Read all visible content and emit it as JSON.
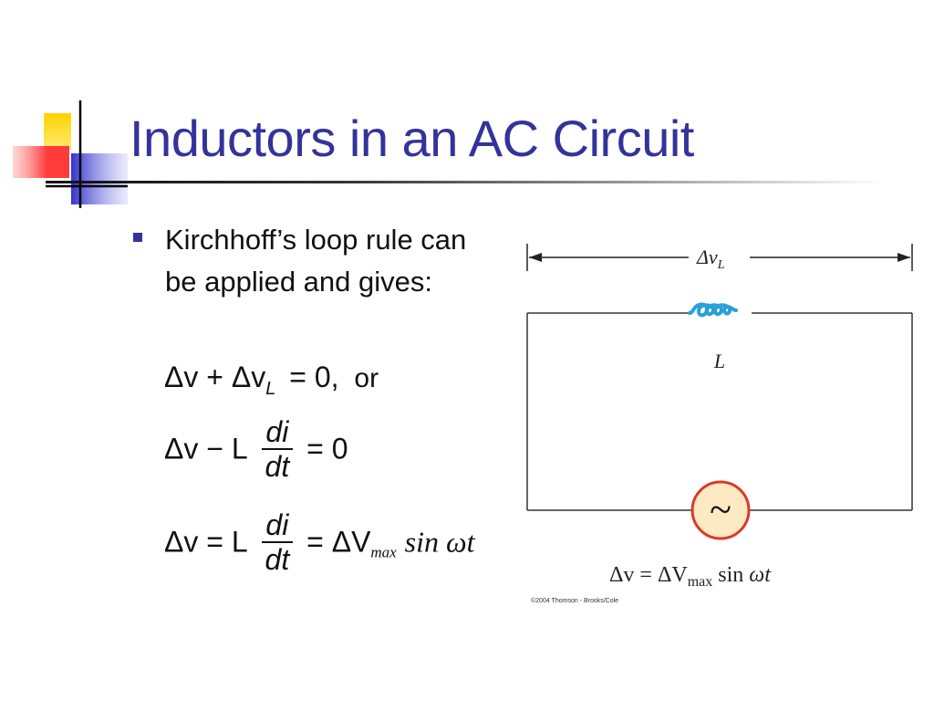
{
  "slide": {
    "title": "Inductors in an AC Circuit",
    "bullet_text": "Kirchhoff’s loop rule can be applied and gives:"
  },
  "equations": {
    "eq1": {
      "left": "Δv + Δv",
      "sub": "L",
      "rhs": "= 0,",
      "or": "or"
    },
    "eq2": {
      "left": "Δv − L",
      "num": "di",
      "den": "dt",
      "rhs": "= 0"
    },
    "eq3": {
      "left": "Δv = L",
      "num": "di",
      "den": "dt",
      "mid": "= ΔV",
      "sub": "max",
      "tail": "sin ωt"
    }
  },
  "figure": {
    "voltage_label": "Δv",
    "voltage_sub": "L",
    "inductor_label": "L",
    "source_symbol": "~",
    "equation": {
      "left": "Δv = ΔV",
      "sub": "max",
      "tail": " sin ",
      "omega_t": "ωt"
    },
    "credit": "©2004 Thomson - Brooks/Cole"
  },
  "colors": {
    "title": "#33339a",
    "bullet": "#33339a",
    "inductor": "#2aa0d8",
    "source_fill": "#fde9c2",
    "source_stroke": "#d93a2b",
    "deco_yellow": "#ffd200",
    "deco_blue": "#3333cc",
    "deco_red": "#ff3b3b"
  }
}
